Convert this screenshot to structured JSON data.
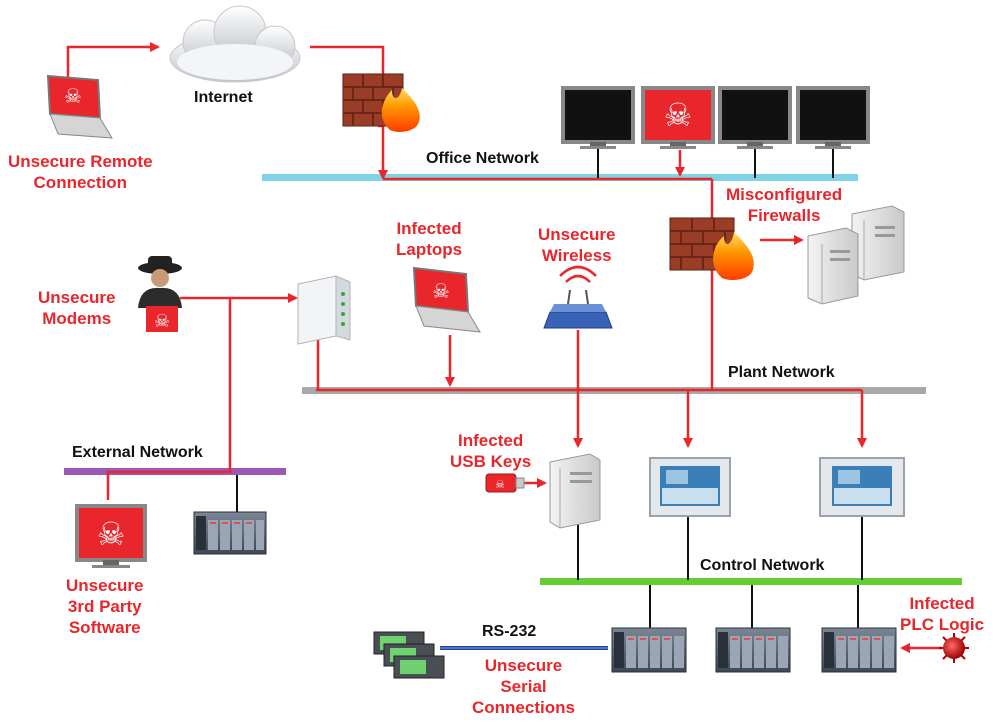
{
  "labels": {
    "internet": "Internet",
    "unsecure_remote_1": "Unsecure Remote",
    "unsecure_remote_2": "Connection",
    "office_network": "Office Network",
    "misconfigured_1": "Misconfigured",
    "misconfigured_2": "Firewalls",
    "infected_laptops_1": "Infected",
    "infected_laptops_2": "Laptops",
    "unsecure_wireless_1": "Unsecure",
    "unsecure_wireless_2": "Wireless",
    "unsecure_modems_1": "Unsecure",
    "unsecure_modems_2": "Modems",
    "plant_network": "Plant Network",
    "external_network": "External Network",
    "infected_usb_1": "Infected",
    "infected_usb_2": "USB Keys",
    "third_party_1": "Unsecure",
    "third_party_2": "3rd Party",
    "third_party_3": "Software",
    "control_network": "Control Network",
    "rs232": "RS-232",
    "serial_1": "Unsecure",
    "serial_2": "Serial",
    "serial_3": "Connections",
    "plc_logic_1": "Infected",
    "plc_logic_2": "PLC Logic"
  },
  "colors": {
    "threat_red": "#e8262b",
    "office_bus": "#7fd3e6",
    "plant_bus": "#a8a8a8",
    "external_bus": "#9b59b6",
    "control_bus": "#66cc33"
  }
}
